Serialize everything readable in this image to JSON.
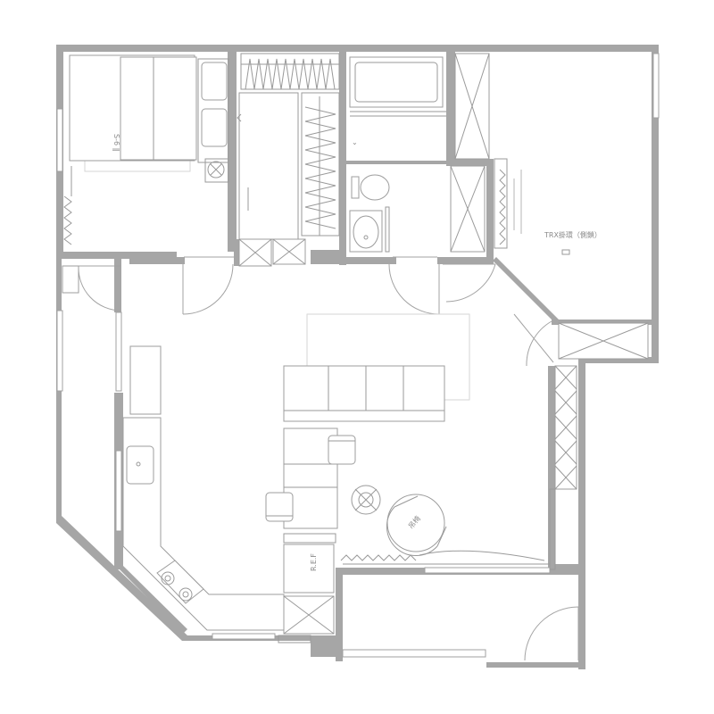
{
  "labels": {
    "trx": "TRX掛環（側鎖）",
    "ref": "R.E.F",
    "swing_chair": "吊椅"
  },
  "colors": {
    "wall": "#a6a6a6",
    "line": "#9a9a9a",
    "background": "#ffffff"
  }
}
